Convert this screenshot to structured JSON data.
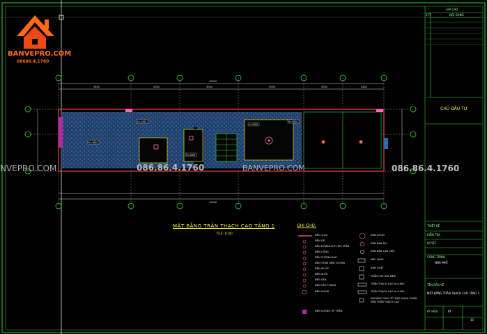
{
  "brand": {
    "name": "BANVEPRO.COM",
    "phone": "08686.4.1760",
    "colors": {
      "orange": "#ff6a1a",
      "white": "#ffffff"
    }
  },
  "watermarks": {
    "left": "NVEPRO.COM",
    "mid": "086.86.4.1760",
    "mid2": "BANVEPRO.COM",
    "right": "086.86.4.1760"
  },
  "plan": {
    "title": "MẶT BẰNG TRẦN THẠCH CAO TẦNG 1",
    "scale": "TỈ LỆ: 1/100",
    "dimension_labels": [
      "3400",
      "3000",
      "3000",
      "3000",
      "3000",
      "2400"
    ],
    "room_tags": [
      "H=2800",
      "H=2400",
      "H=2400",
      "H=2400",
      "H=2800"
    ]
  },
  "legend": {
    "title": "GHI CHÚ:",
    "left_items": [
      "ĐÈN 1.2m",
      "ĐÈN ỐP",
      "ĐÈN DOWNLIGHT ÂM TRẦN",
      "ĐÈN CỔNG",
      "ĐÈN TƯỜNG RÀO",
      "ĐÈN TRÒN GẮN TƯỜNG",
      "ĐÈN ÁP ỐP",
      "ĐÈN SƯỞI",
      "ĐÈN SÂN",
      "ĐÈN CẦU THANG",
      "ĐÈN CHÙM",
      "ĐÈN VUÔNG ỐP TRẦN"
    ],
    "right_items": [
      "ĐÈN CHÙM",
      "ĐÈN BÀN ĂN",
      "ĐÈN BÀN LÀM VIỆC",
      "MÁY LẠNH",
      "BÀN QUẠT",
      "TRẦN CHE DÂY ĐÈN",
      "TRẦN THẠCH CAO H=2800",
      "TRẦN THẠCH CAO H=2400",
      "KHOẢNG CÁCH TỪ MẶT HOÀN THIỆN",
      "ĐẾN TRẦN THẠCH CAO"
    ]
  },
  "titleblock": {
    "header": "GHI CHÚ",
    "col1": "STT",
    "col2": "NỘI DUNG",
    "owner_label": "CHỦ ĐẦU TƯ",
    "rows": [
      "THIẾT KẾ",
      "KIỂM TRA",
      "DUYỆT"
    ],
    "project_label": "CÔNG TRÌNH",
    "project_value": "NHÀ PHỐ",
    "drawing_label": "TÊN BẢN VẼ",
    "drawing_value": "MẶT BẰNG TRẦN THẠCH CAO TẦNG 1",
    "sheet_label": "KÝ HIỆU",
    "sheet_value": "KT",
    "page": "15"
  }
}
